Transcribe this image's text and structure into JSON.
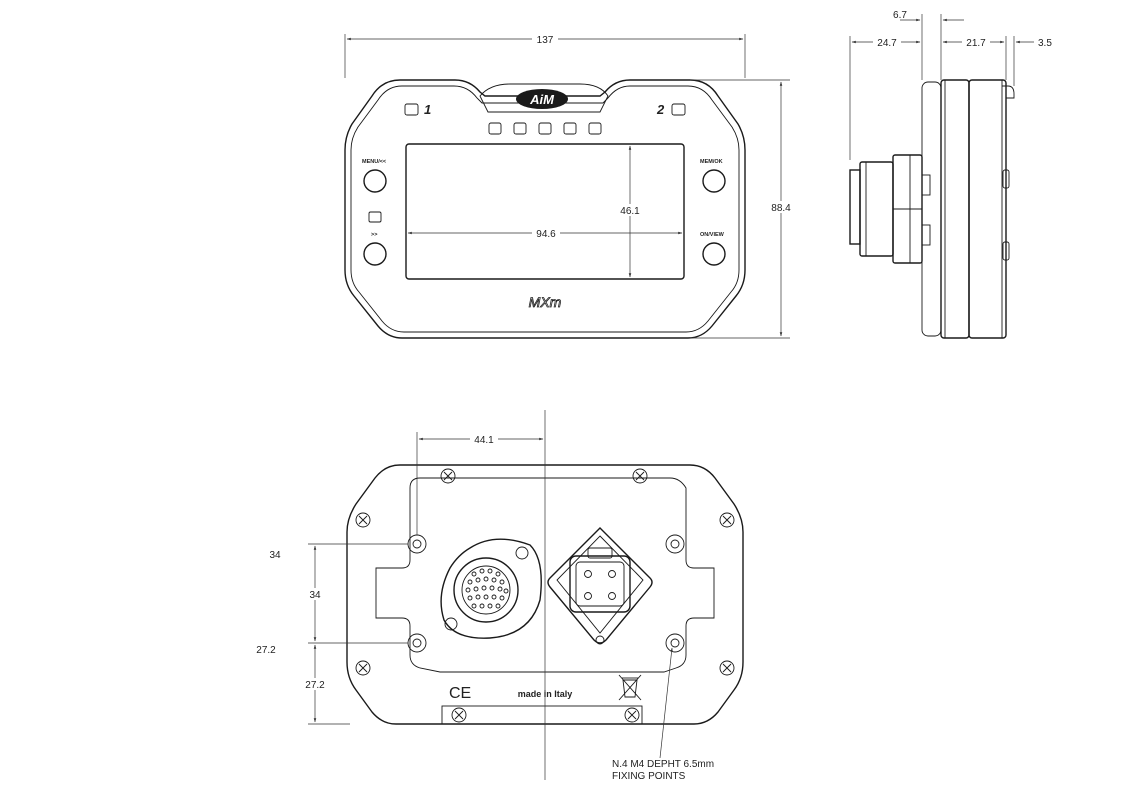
{
  "front_view": {
    "dimensions": {
      "width": "137",
      "height": "88.4",
      "display_width": "94.6",
      "display_height": "46.1"
    },
    "logo": "AiM",
    "model": "MXm",
    "indicators": {
      "left": "1",
      "right": "2"
    },
    "button_labels": {
      "top_left": "MENU/<<",
      "top_right": "MEM/OK",
      "bottom_left": ">>",
      "bottom_right": "ON/VIEW"
    }
  },
  "side_view": {
    "dimensions": {
      "a": "6.7",
      "b": "24.7",
      "c": "21.7",
      "d": "3.5"
    }
  },
  "rear_view": {
    "dimensions": {
      "center_offset": "44.1",
      "hole_spacing_outer": "34",
      "hole_spacing_inner": "34",
      "bottom_outer": "27.2",
      "bottom_inner": "27.2"
    },
    "marking": "made in Italy",
    "ce_mark": "CE",
    "note_line1": "N.4 M4 DEPHT 6.5mm",
    "note_line2": "FIXING POINTS"
  }
}
